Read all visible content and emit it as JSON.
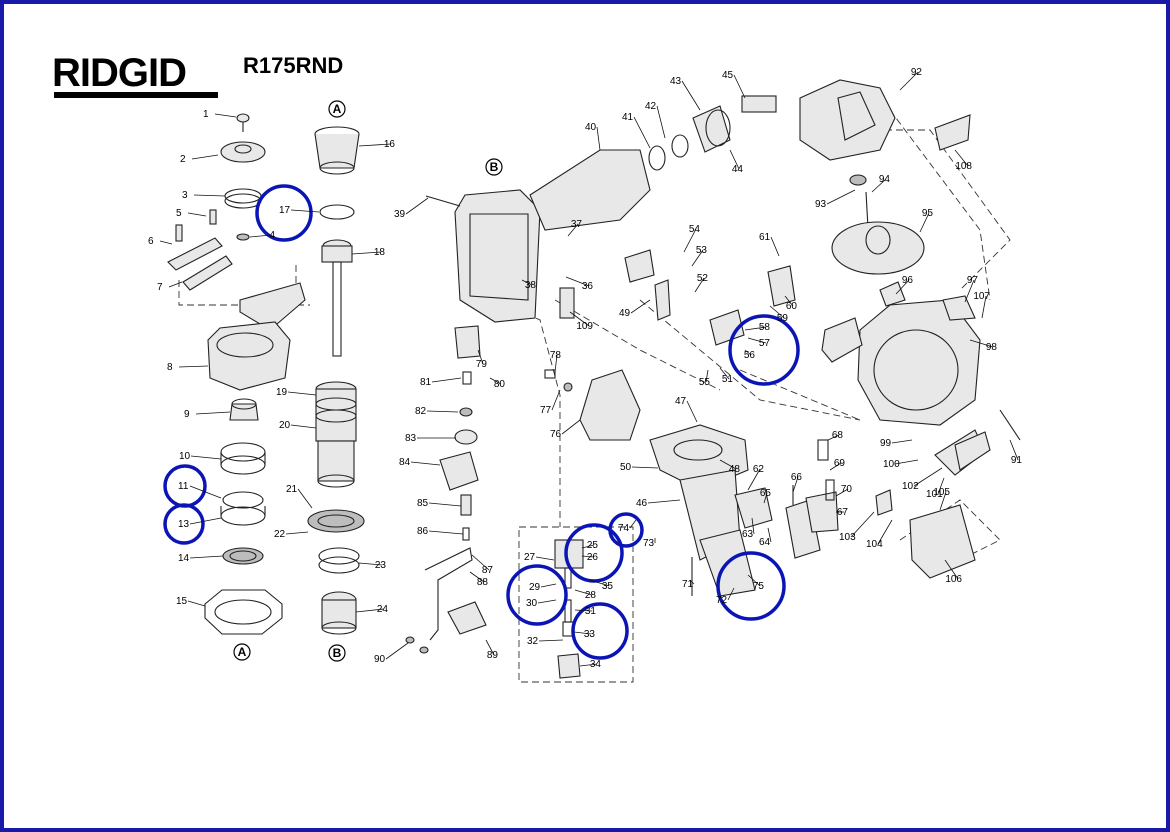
{
  "brand": "RIDGID",
  "model": "R175RND",
  "section_markers": [
    "A",
    "B"
  ],
  "part_numbers": [
    "1",
    "2",
    "3",
    "4",
    "5",
    "6",
    "7",
    "8",
    "9",
    "10",
    "11",
    "13",
    "14",
    "15",
    "16",
    "17",
    "18",
    "19",
    "20",
    "21",
    "22",
    "23",
    "24",
    "25",
    "26",
    "27",
    "28",
    "29",
    "30",
    "31",
    "32",
    "33",
    "34",
    "35",
    "36",
    "37",
    "38",
    "39",
    "40",
    "41",
    "42",
    "43",
    "44",
    "45",
    "46",
    "47",
    "48",
    "49",
    "50",
    "51",
    "52",
    "53",
    "54",
    "55",
    "56",
    "57",
    "58",
    "59",
    "60",
    "61",
    "62",
    "63",
    "64",
    "65",
    "66",
    "67",
    "68",
    "69",
    "70",
    "71",
    "72",
    "73",
    "74",
    "75",
    "76",
    "77",
    "78",
    "79",
    "80",
    "81",
    "82",
    "83",
    "84",
    "85",
    "86",
    "87",
    "88",
    "89",
    "90",
    "91",
    "92",
    "93",
    "94",
    "95",
    "96",
    "97",
    "98",
    "99",
    "100",
    "101",
    "102",
    "103",
    "104",
    "105",
    "106",
    "107",
    "108",
    "109"
  ],
  "highlighted_parts": [
    "17",
    "11",
    "13",
    "25",
    "26",
    "29",
    "30",
    "33",
    "75",
    "75",
    "57",
    "58"
  ],
  "colors": {
    "highlight": "#0b14b4",
    "border": "#1a1aa8",
    "line": "#222222"
  }
}
